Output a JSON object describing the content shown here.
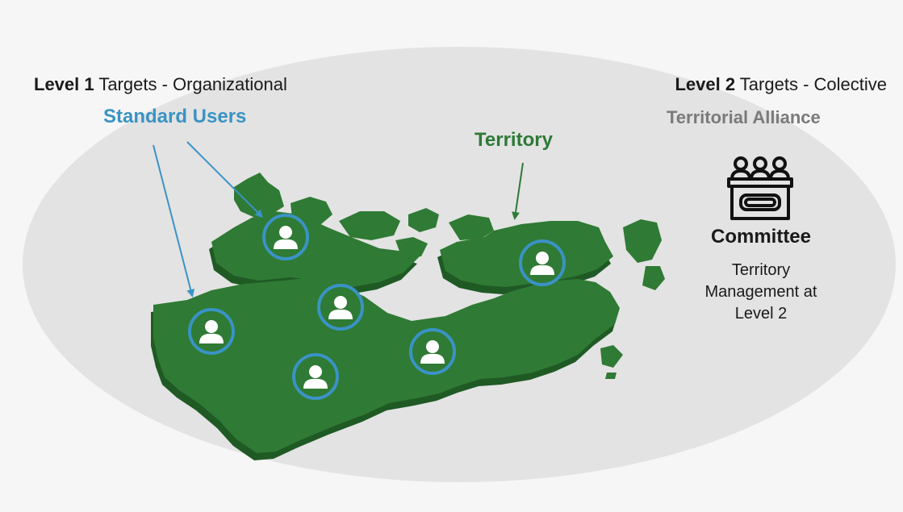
{
  "left_header": {
    "bold": "Level 1",
    "rest": " Targets - Organizational",
    "group": "Standard Users"
  },
  "right_header": {
    "bold": "Level 2",
    "rest": " Targets - Colective",
    "group": "Territorial Alliance"
  },
  "territory_label": "Territory",
  "committee": {
    "title": "Committee",
    "description_lines": [
      "Territory",
      "Management at",
      "Level 2"
    ]
  },
  "colors": {
    "background": "#e3e3e3",
    "map_green": "#2f7a34",
    "map_shadow": "#1f5a25",
    "user_blue": "#3a93c4",
    "territory_green": "#2d7a37",
    "alliance_gray": "#7a7a7a"
  },
  "icons": {
    "user": "user-circle-icon",
    "committee": "committee-icon"
  }
}
